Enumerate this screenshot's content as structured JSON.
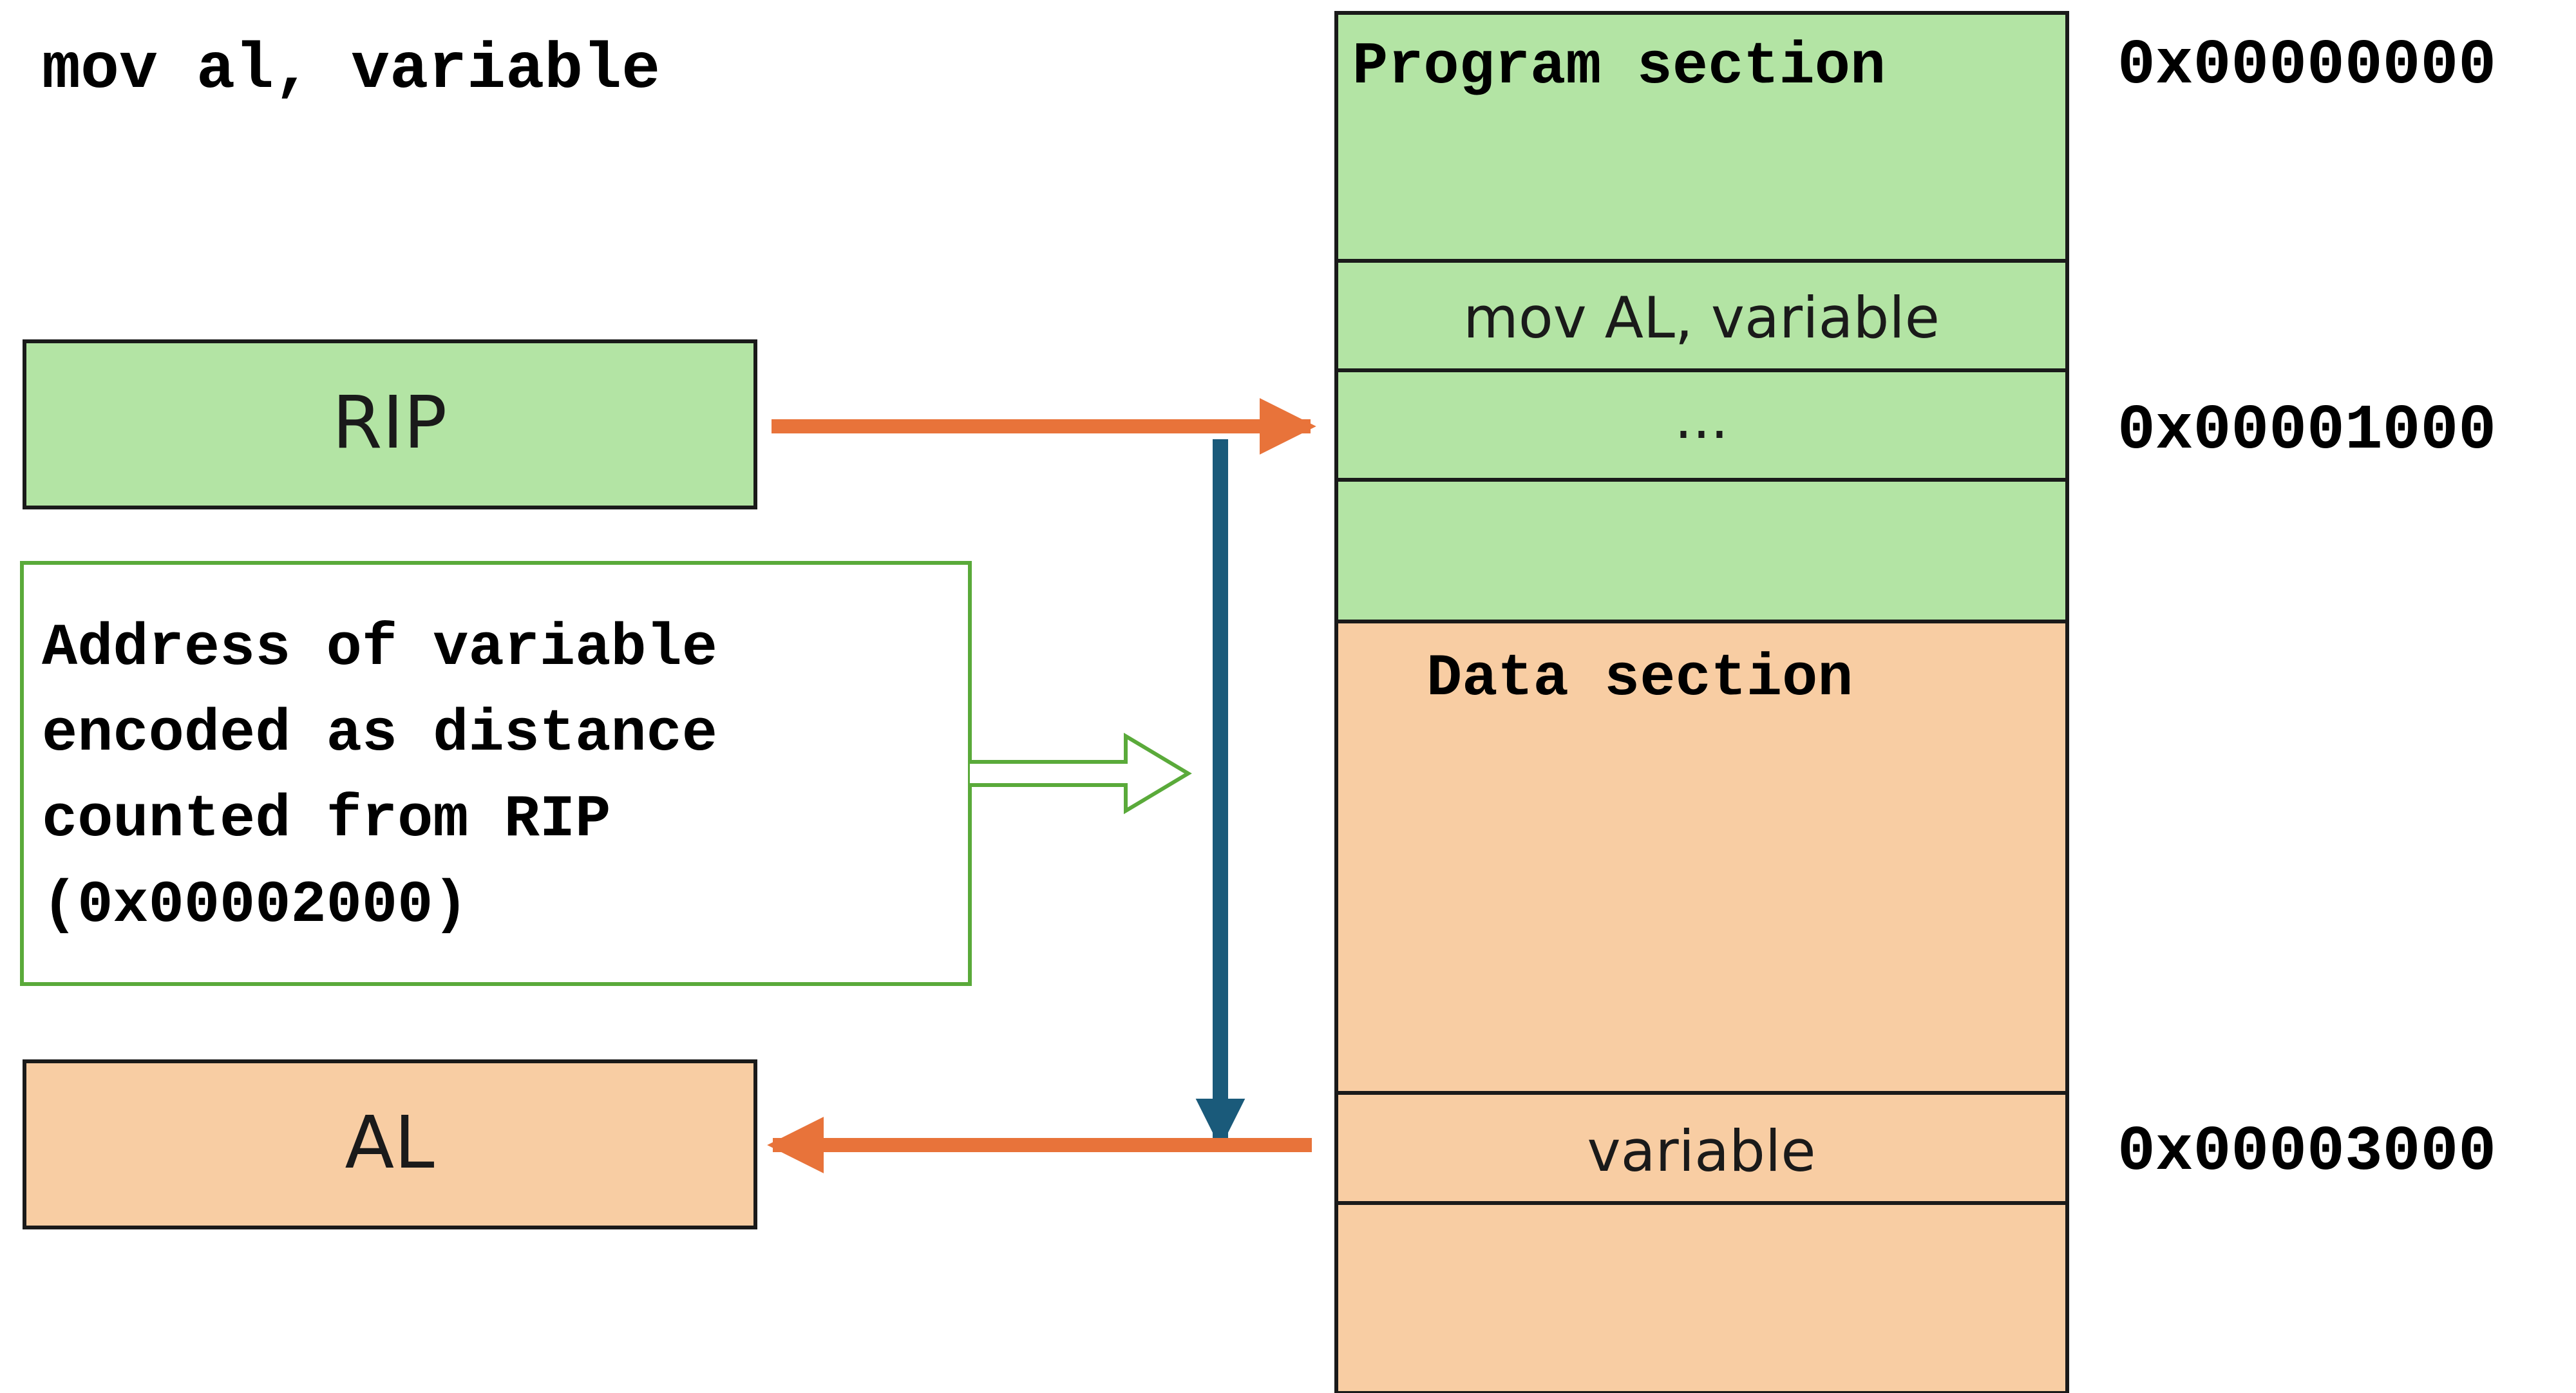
{
  "instruction": "mov al, variable",
  "registers": {
    "rip": "RIP",
    "al": "AL"
  },
  "note": {
    "lines": [
      "Address of variable",
      "encoded as distance",
      "counted from RIP",
      "(0x00002000)"
    ]
  },
  "memory": {
    "program_section_label": "Program section",
    "instruction_cell": "mov AL, variable",
    "next_cell": "...",
    "data_section_label": "Data section",
    "variable_cell": "variable"
  },
  "addresses": {
    "program_start": "0x00000000",
    "rip_address": "0x00001000",
    "variable_address": "0x00003000"
  },
  "colors": {
    "program": "#b3e4a4",
    "data": "#f8cda3",
    "arrow_orange": "#e8733a",
    "arrow_blue": "#1a5a7a",
    "note_border": "#5aaa3a"
  }
}
